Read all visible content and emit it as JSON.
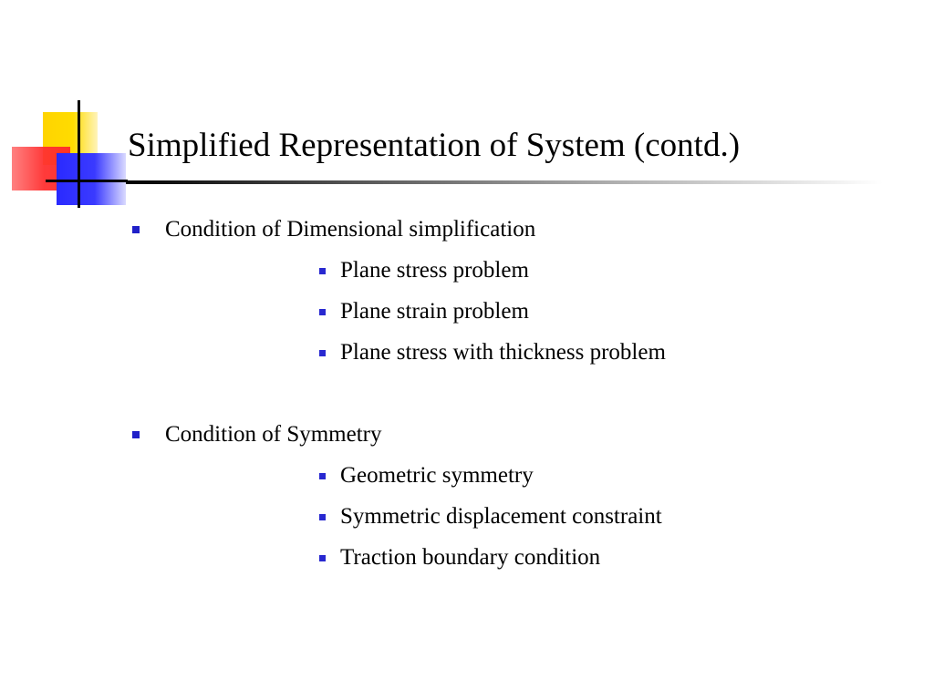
{
  "slide": {
    "title": "Simplified Representation of System (contd.)",
    "sections": [
      {
        "heading": "Condition of Dimensional simplification",
        "items": [
          "Plane stress problem",
          "Plane strain problem",
          "Plane stress with thickness problem"
        ]
      },
      {
        "heading": "Condition of Symmetry",
        "items": [
          "Geometric symmetry",
          "Symmetric displacement constraint",
          "Traction boundary condition"
        ]
      }
    ]
  },
  "colors": {
    "bullet": "#2020c8",
    "logo_yellow": "#ffd400",
    "logo_red": "#ff3030",
    "logo_blue": "#2a2aff"
  }
}
